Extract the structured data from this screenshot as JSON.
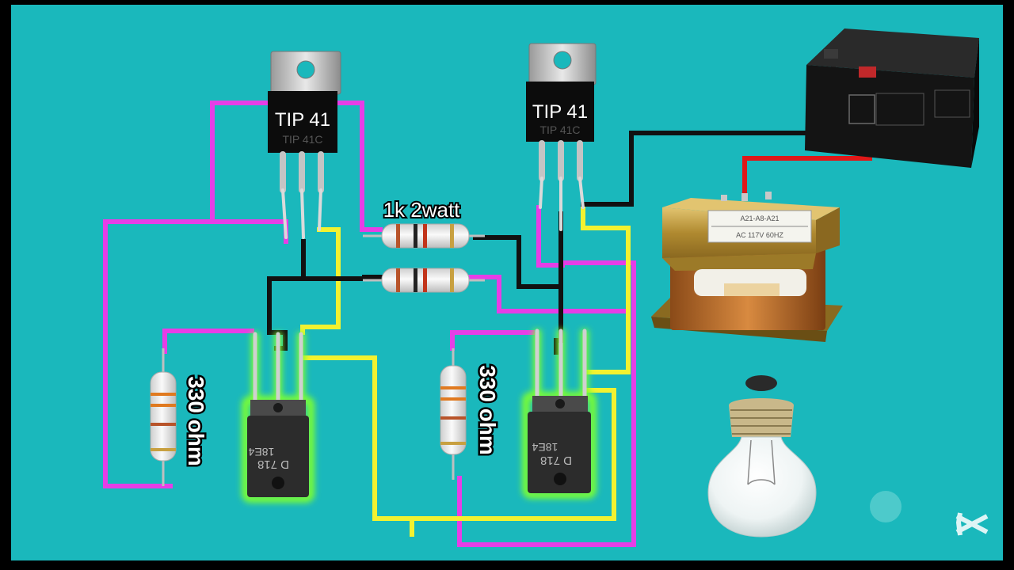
{
  "labels": {
    "transistor_left": "TIP 41",
    "transistor_left_marking": "TIP 41C",
    "transistor_right": "TIP 41",
    "transistor_right_marking": "TIP 41C",
    "resistor_top": "1k 2watt",
    "resistor_left": "330 ohm",
    "resistor_right": "330 ohm",
    "driver_left_marking_1": "18E4",
    "driver_left_marking_2": "D 718",
    "driver_right_marking_1": "18E4",
    "driver_right_marking_2": "D 718",
    "transformer_label_1": "A21-A8-A21",
    "transformer_label_2": "AC 117V 60HZ"
  },
  "colors": {
    "background": "#1ab8bc",
    "frame": "#000000",
    "wire_magenta": "#e63ee6",
    "wire_yellow": "#f2f230",
    "wire_black": "#111111",
    "wire_red": "#e01818",
    "glow": "#7cff30"
  },
  "icons": {
    "watermark": "capcut-logo-icon"
  }
}
